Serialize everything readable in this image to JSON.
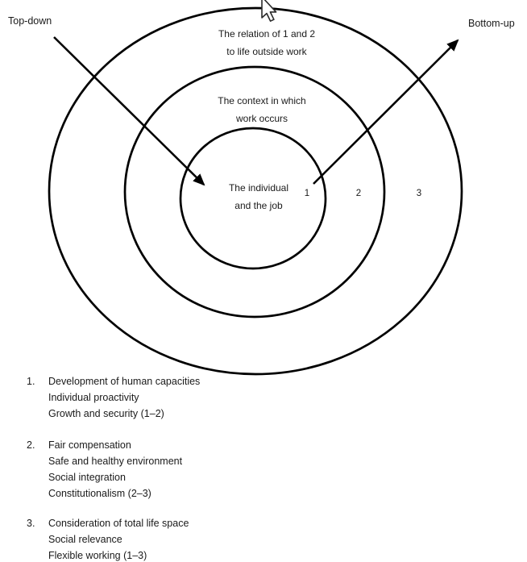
{
  "colors": {
    "background": "#ffffff",
    "ink": "#000000",
    "text": "#1a1a1a"
  },
  "diagram": {
    "top_down_label": "Top-down",
    "bottom_up_label": "Bottom-up",
    "rings": {
      "outer": {
        "line1": "The relation of 1 and 2",
        "line2": "to life outside work"
      },
      "middle": {
        "line1": "The context in which",
        "line2": "work occurs"
      },
      "inner": {
        "line1": "The individual",
        "line2": "and the job"
      }
    },
    "ring_numbers": {
      "r1": "1",
      "r2": "2",
      "r3": "3"
    },
    "cursor_icon": "mouse-pointer"
  },
  "legend": {
    "items": [
      {
        "number": "1.",
        "lines": [
          "Development of human capacities",
          "Individual proactivity",
          "Growth and security (1–2)"
        ]
      },
      {
        "number": "2.",
        "lines": [
          "Fair compensation",
          "Safe and healthy environment",
          "Social integration",
          "Constitutionalism (2–3)"
        ]
      },
      {
        "number": "3.",
        "lines": [
          "Consideration of total life space",
          "Social relevance",
          "Flexible working (1–3)"
        ]
      }
    ]
  }
}
